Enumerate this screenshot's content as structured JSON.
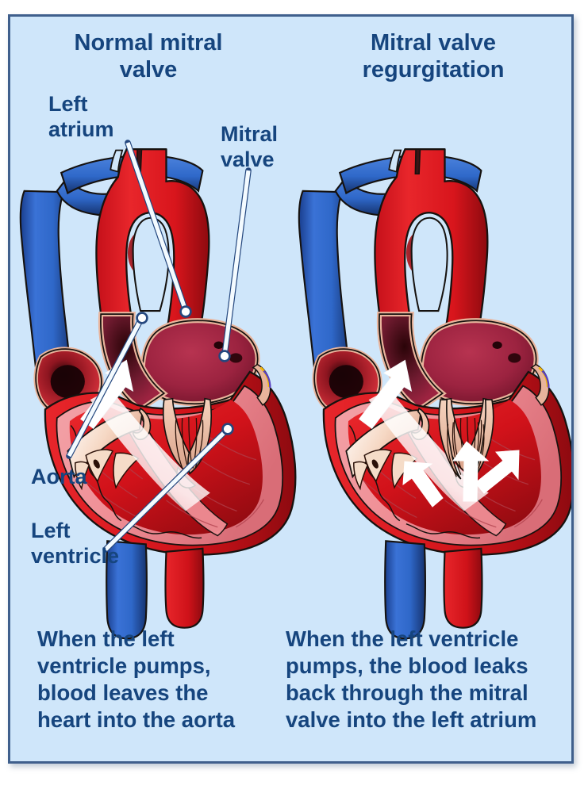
{
  "figure": {
    "kind": "medical-illustration",
    "subject": "mitral valve comparison",
    "background_color": "#cfe6fa",
    "border_color": "#3f5f8c",
    "text_color": "#16457e"
  },
  "panels": [
    {
      "id": "normal",
      "title_line1": "Normal mitral",
      "title_line2": "valve",
      "caption_lines": [
        "When the left",
        "ventricle pumps,",
        "blood leaves the",
        "heart into the aorta"
      ],
      "labels": [
        {
          "id": "left-atrium",
          "line1": "Left",
          "line2": "atrium"
        },
        {
          "id": "mitral-valve",
          "line1": "Mitral",
          "line2": "valve"
        },
        {
          "id": "aorta",
          "line1": "Aorta",
          "line2": ""
        },
        {
          "id": "left-ventricle",
          "line1": "Left",
          "line2": "ventricle"
        }
      ]
    },
    {
      "id": "regurgitation",
      "title_line1": "Mitral valve",
      "title_line2": "regurgitation",
      "caption_lines": [
        "When the left ventricle",
        "pumps, the blood leaks",
        "back through the mitral",
        "valve into the left atrium"
      ],
      "labels": []
    }
  ],
  "anatomy_colors": {
    "vein_blue": "#2f68c9",
    "vein_blue_dark": "#1a3f8f",
    "artery_red": "#e3151b",
    "artery_red_dark": "#8f0b10",
    "chamber_maroon": "#a82744",
    "myocardium_pink": "#ef8e95",
    "endocardium_tan": "#e8b49c",
    "outline_black": "#16120f",
    "arrow_white": "#ffffff"
  },
  "arrows": {
    "normal_outflow_count": 1,
    "regurgitation_outflow_count": 1,
    "regurgitation_backflow_count": 3
  }
}
